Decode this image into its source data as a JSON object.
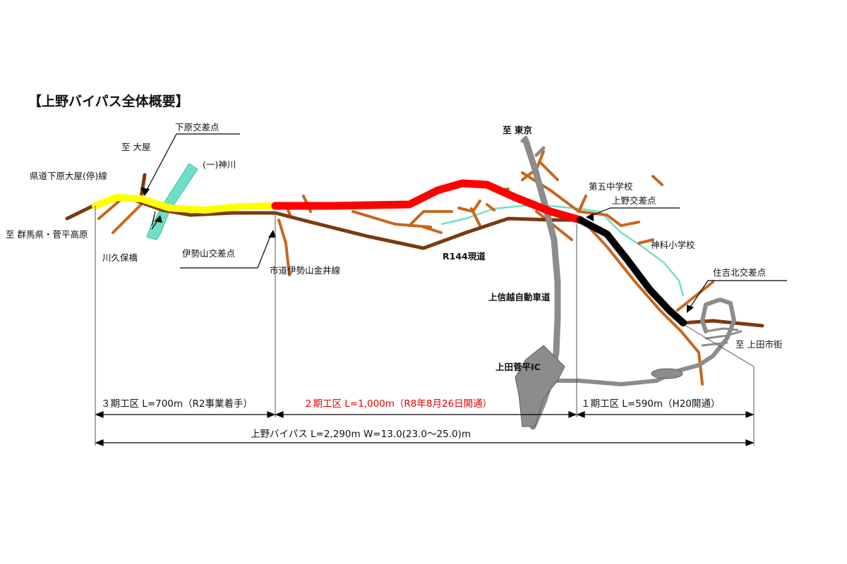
{
  "title": "【上野バイパス全体概要】",
  "labels": {
    "to_oya": "至 大屋",
    "shimohara_intersection": "下原交差点",
    "kanbe_river": "(一)神川",
    "prefectural_road": "県道下原大屋(停)線",
    "to_gunma": "至 群馬県・菅平高原",
    "kawakubo_bridge": "川久保橋",
    "iseyama_intersection": "伊勢山交差点",
    "city_road": "市道伊勢山金井線",
    "r144": "R144現道",
    "to_tokyo": "至 東京",
    "jshinetsu": "上信越自動車道",
    "sugadaira_ic": "上田菅平IC",
    "daigo_school": "第五中学校",
    "ueno_intersection": "上野交差点",
    "kamishina_school": "神科小学校",
    "sumiyoshi_intersection": "住吉北交差点",
    "to_ueda": "至 上田市街"
  },
  "sections": {
    "phase3": "３期工区 L=700m（R2事業着手）",
    "phase2": "２期工区 L=1,000m（R8年8月26日開通）",
    "phase1": "１期工区 L=590m（H20開通）",
    "total": "上野バイパス L=2,290m W=13.0(23.0～25.0)m"
  },
  "colors": {
    "phase3": "#ffff00",
    "phase2": "#ff0000",
    "phase1": "#000000",
    "r144": "#7a3a10",
    "local_road": "#c8661e",
    "expressway": "#8c8c8c",
    "river": "#6fe0c8",
    "phase2_label": "#e60000"
  }
}
